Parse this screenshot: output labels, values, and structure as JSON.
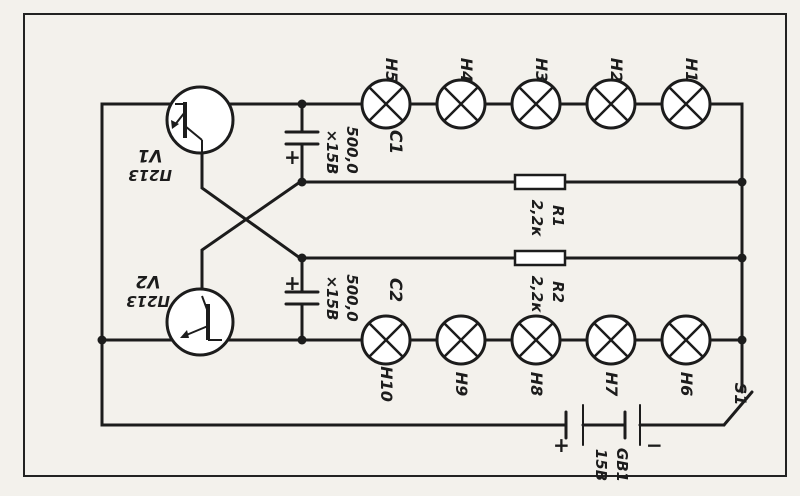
{
  "components": {
    "V1": {
      "name": "V1",
      "type": "П213"
    },
    "V2": {
      "name": "V2",
      "type": "П213"
    },
    "C1": {
      "name": "C1",
      "value": "500,0",
      "voltage": "×15В"
    },
    "C2": {
      "name": "C2",
      "value": "500,0",
      "voltage": "×15В"
    },
    "R1": {
      "name": "R1",
      "value": "2,2к"
    },
    "R2": {
      "name": "R2",
      "value": "2,2к"
    },
    "GB1": {
      "name": "GB1",
      "voltage": "15В"
    },
    "S1": {
      "name": "S1"
    }
  },
  "lamps_top": [
    "H5",
    "H4",
    "H3",
    "H2",
    "H1"
  ],
  "lamps_bottom": [
    "H10",
    "H9",
    "H8",
    "H7",
    "H6"
  ],
  "polarity": {
    "plus": "+",
    "minus": "−"
  }
}
